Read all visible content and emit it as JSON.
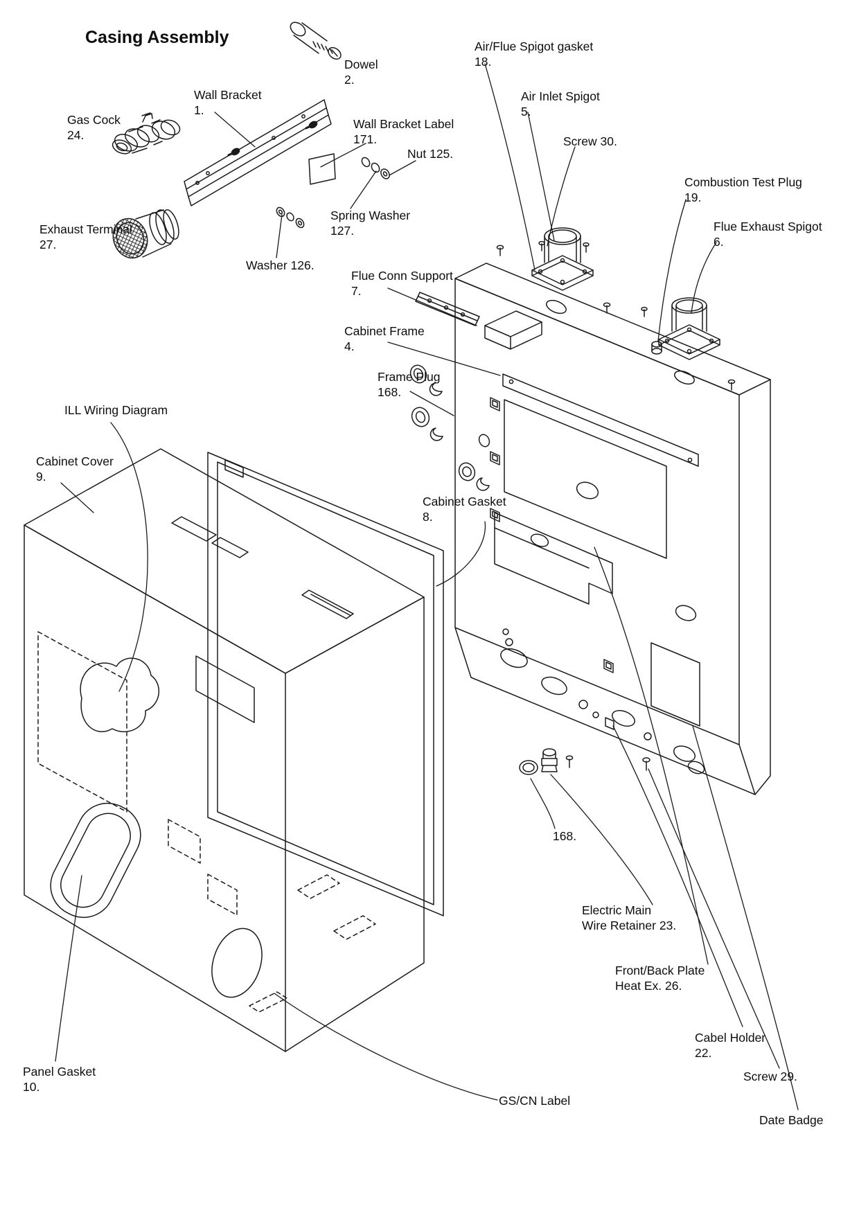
{
  "diagram": {
    "title": "Casing Assembly",
    "colors": {
      "ink": "#111111",
      "background": "#ffffff"
    },
    "labels": [
      {
        "id": "dowel",
        "line1": "Dowel",
        "line2": "2."
      },
      {
        "id": "air-flue-gasket",
        "line1": "Air/Flue Spigot gasket",
        "line2": "18."
      },
      {
        "id": "air-inlet-spigot",
        "line1": "Air Inlet Spigot",
        "line2": "5."
      },
      {
        "id": "screw-30",
        "line1": "Screw 30.",
        "line2": ""
      },
      {
        "id": "wall-bracket",
        "line1": "Wall Bracket",
        "line2": "1."
      },
      {
        "id": "gas-cock",
        "line1": "Gas Cock",
        "line2": "24."
      },
      {
        "id": "wall-bracket-label",
        "line1": "Wall Bracket Label",
        "line2": "171."
      },
      {
        "id": "nut-125",
        "line1": "Nut 125.",
        "line2": ""
      },
      {
        "id": "exhaust-terminal",
        "line1": "Exhaust Terminal",
        "line2": "27."
      },
      {
        "id": "spring-washer",
        "line1": "Spring Washer",
        "line2": "127."
      },
      {
        "id": "washer-126",
        "line1": "Washer 126.",
        "line2": ""
      },
      {
        "id": "flue-conn-support",
        "line1": "Flue Conn Support",
        "line2": "7."
      },
      {
        "id": "cabinet-frame",
        "line1": "Cabinet Frame",
        "line2": "4."
      },
      {
        "id": "frame-plug",
        "line1": "Frame Plug",
        "line2": "168."
      },
      {
        "id": "ill-wiring-diagram",
        "line1": "ILL Wiring Diagram",
        "line2": ""
      },
      {
        "id": "cabinet-cover",
        "line1": "Cabinet Cover",
        "line2": "9."
      },
      {
        "id": "cabinet-gasket",
        "line1": "Cabinet Gasket",
        "line2": "8."
      },
      {
        "id": "combustion-test-plug",
        "line1": "Combustion Test Plug",
        "line2": "19."
      },
      {
        "id": "flue-exhaust-spigot",
        "line1": "Flue Exhaust Spigot",
        "line2": "6."
      },
      {
        "id": "ref-168",
        "line1": "168.",
        "line2": ""
      },
      {
        "id": "electric-main",
        "line1": "Electric Main",
        "line2": "Wire Retainer 23."
      },
      {
        "id": "front-back-plate",
        "line1": "Front/Back Plate",
        "line2": "Heat Ex. 26."
      },
      {
        "id": "cabel-holder",
        "line1": "Cabel Holder",
        "line2": "22."
      },
      {
        "id": "screw-29",
        "line1": "Screw 29.",
        "line2": ""
      },
      {
        "id": "date-badge",
        "line1": "Date Badge",
        "line2": ""
      },
      {
        "id": "panel-gasket",
        "line1": "Panel Gasket",
        "line2": "10."
      },
      {
        "id": "gscn-label",
        "line1": "GS/CN Label",
        "line2": ""
      }
    ]
  }
}
